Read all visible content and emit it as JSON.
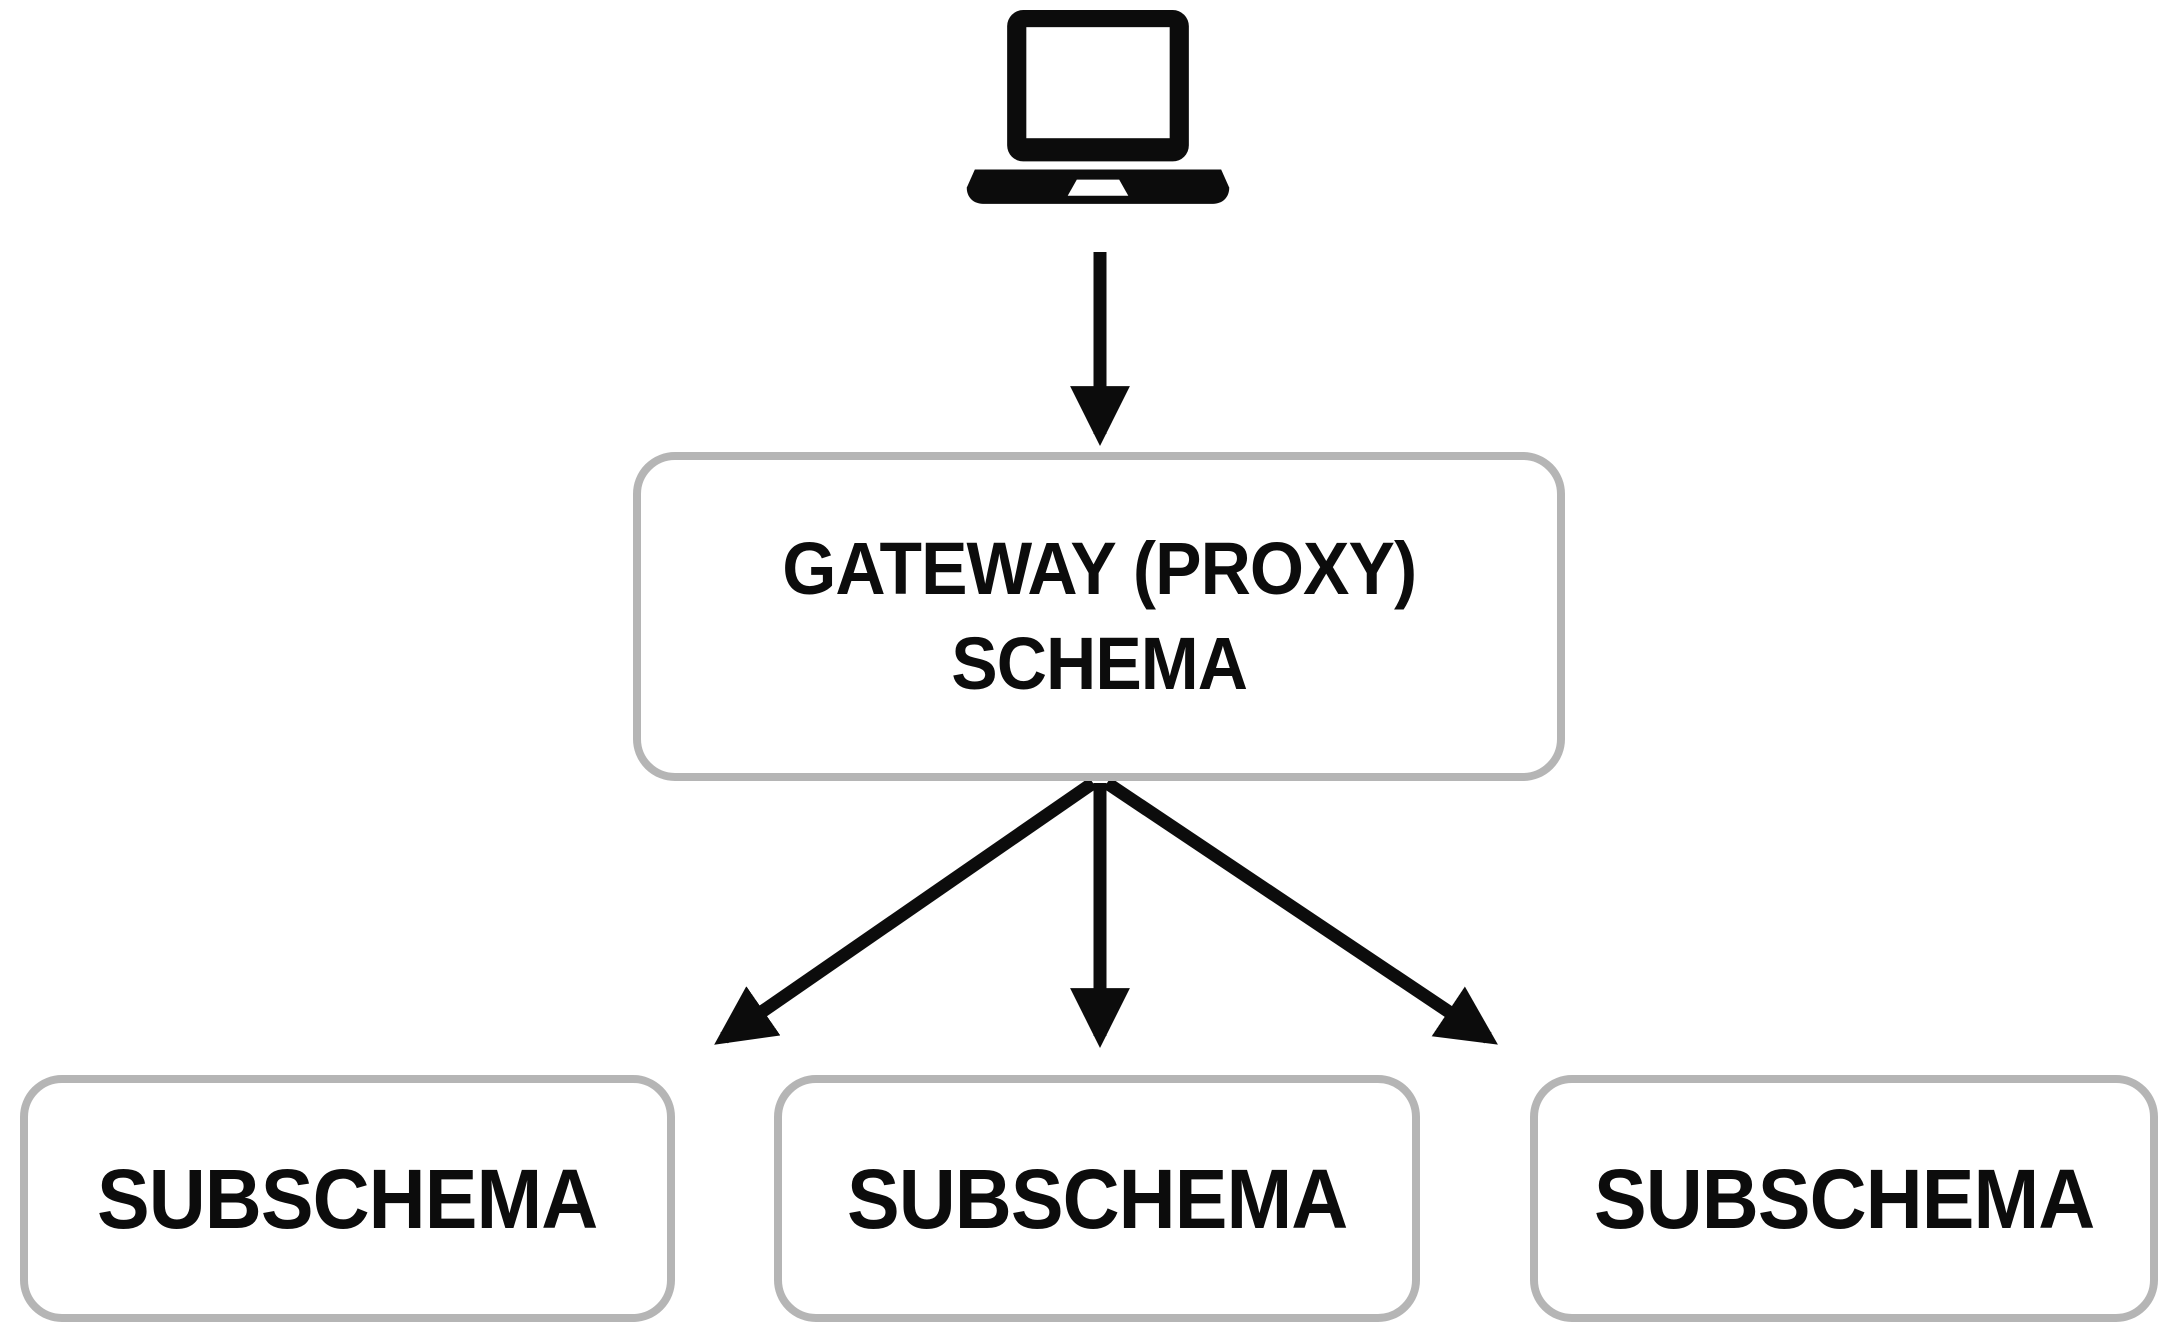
{
  "diagram": {
    "client": {
      "icon": "laptop-icon"
    },
    "gateway": {
      "label_line1": "GATEWAY (PROXY)",
      "label_line2": "SCHEMA"
    },
    "subschemas": [
      {
        "label": "SUBSCHEMA"
      },
      {
        "label": "SUBSCHEMA"
      },
      {
        "label": "SUBSCHEMA"
      }
    ],
    "arrows": [
      {
        "name": "client-to-gateway"
      },
      {
        "name": "gateway-to-subschema-1"
      },
      {
        "name": "gateway-to-subschema-2"
      },
      {
        "name": "gateway-to-subschema-3"
      }
    ]
  },
  "colors": {
    "ink": "#0c0c0c",
    "box-border": "#b5b5b5",
    "bg": "#ffffff"
  }
}
